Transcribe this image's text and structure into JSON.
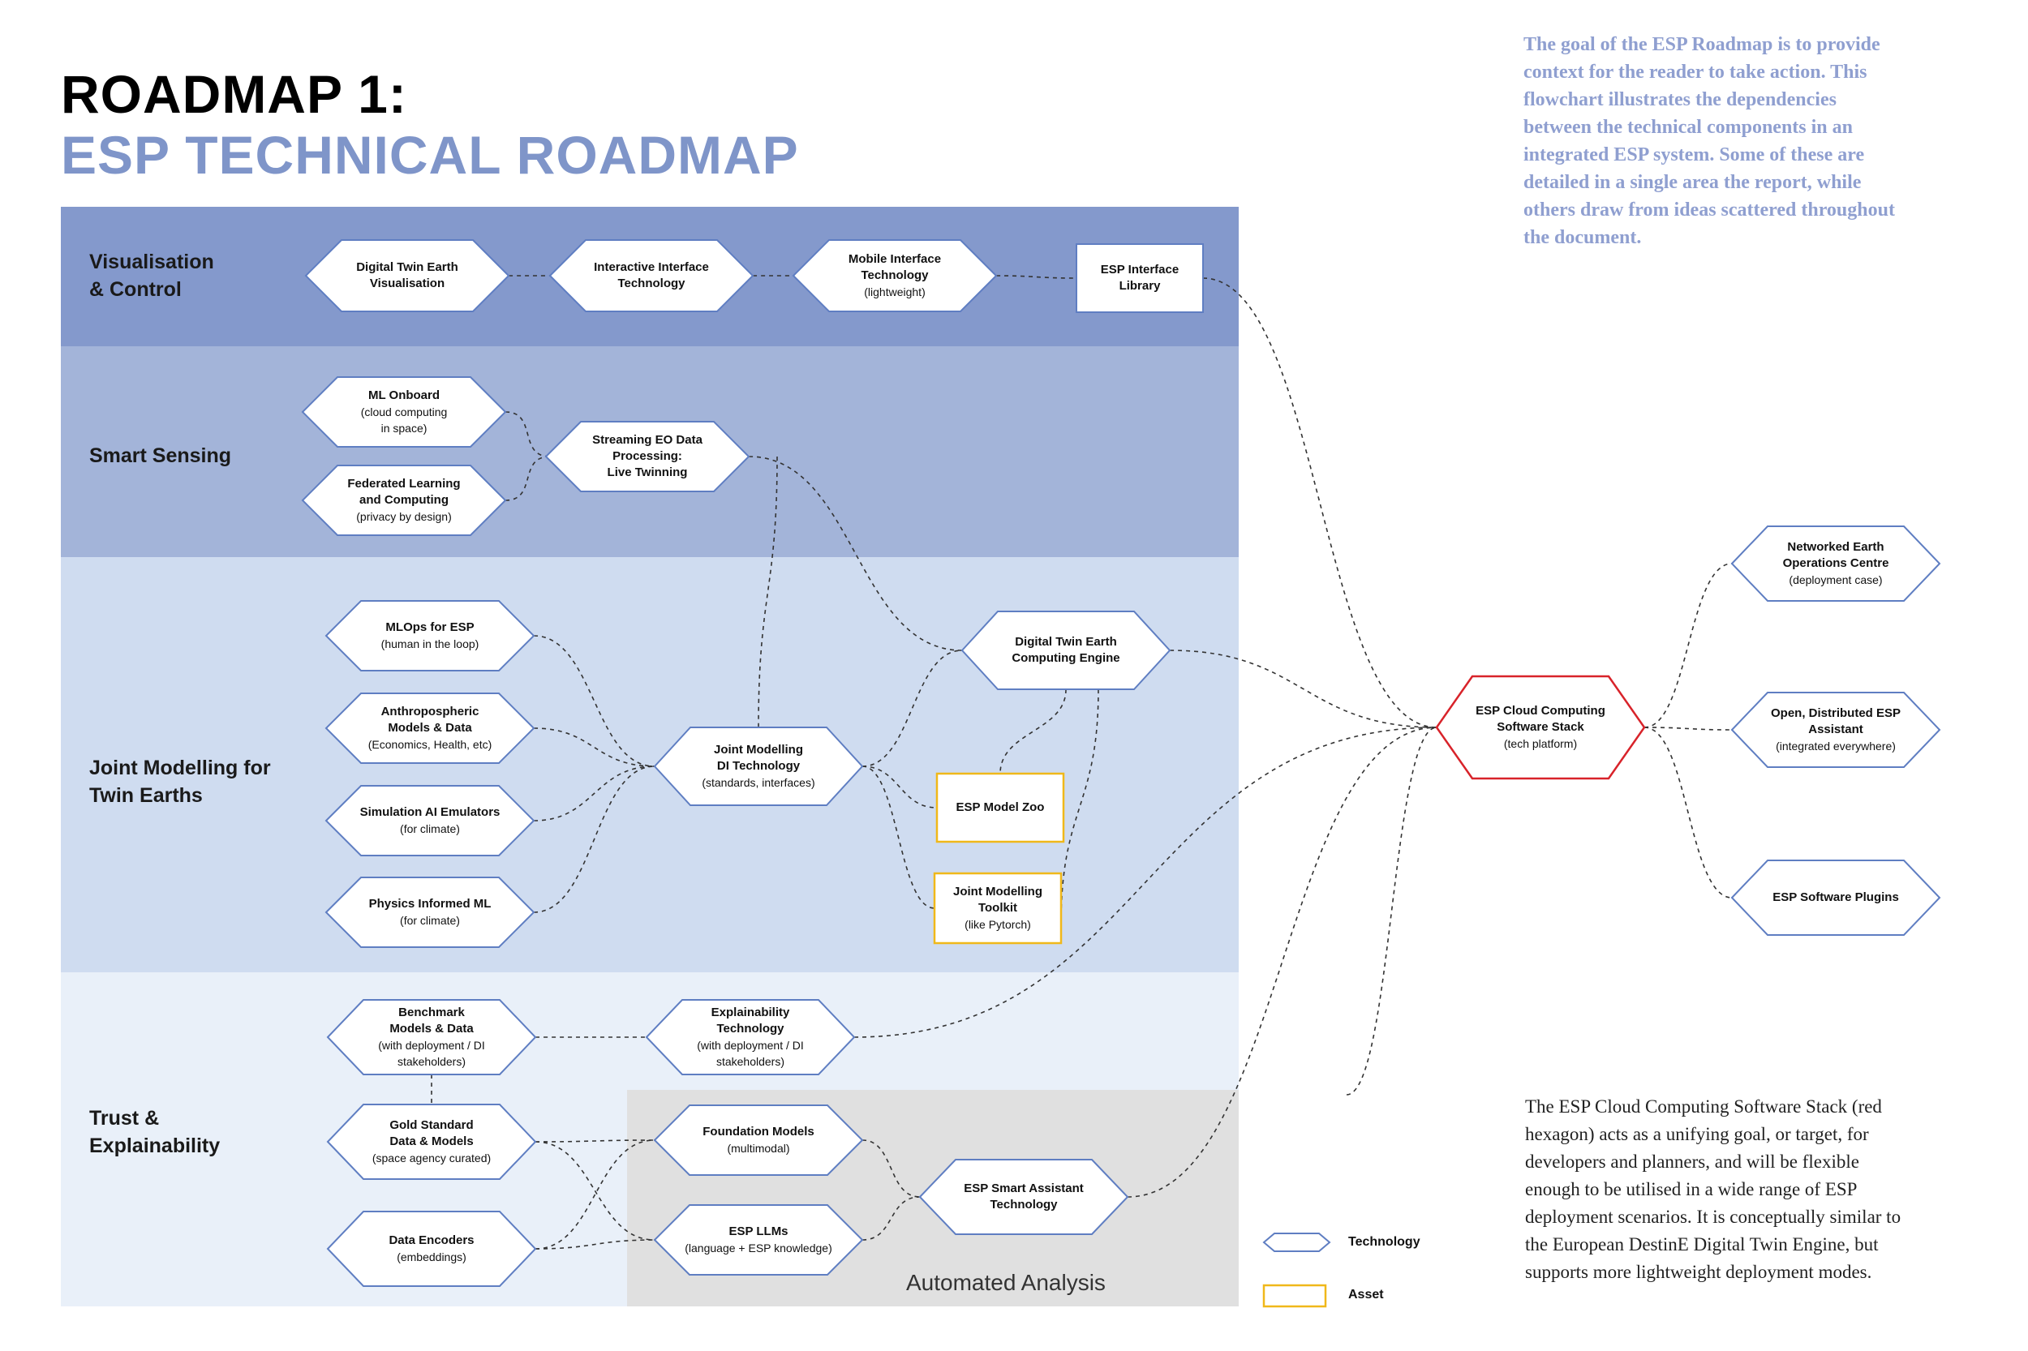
{
  "title": {
    "line1": "ROADMAP 1:",
    "line2": "ESP TECHNICAL ROADMAP"
  },
  "intro_text": "The goal of the ESP Roadmap is to provide context for the reader to take action. This flowchart illustrates the dependencies between the technical components in an integrated ESP system. Some of these are detailed in a single area the report, while others draw from ideas scattered throughout the document.",
  "note_text": "The ESP Cloud Computing Software Stack (red hexagon) acts as a unifying goal, or target, for developers and planners, and will be flexible enough to be utilised in a wide range of ESP deployment scenarios. It is conceptually similar to the European DestinE Digital Twin Engine, but supports more lightweight deployment modes.",
  "lanes": {
    "visualisation": "Visualisation\n& Control",
    "sensing": "Smart Sensing",
    "modelling": "Joint Modelling for\nTwin Earths",
    "trust": "Trust &\nExplainability"
  },
  "automated_analysis_label": "Automated Analysis",
  "colors": {
    "lane_visualisation": "#8499cc",
    "lane_sensing": "#a3b4d9",
    "lane_modelling": "#cfdcf0",
    "lane_trust": "#e9f0f9",
    "automated_analysis": "#e0e0e0",
    "technology_border": "#5f7ec2",
    "asset_border": "#f0b81a",
    "goal_border": "#d8232a",
    "title_accent": "#7f95c9"
  },
  "nodes": {
    "dte_vis": {
      "title": "Digital Twin Earth\nVisualisation",
      "sub": ""
    },
    "interactive": {
      "title": "Interactive Interface\nTechnology",
      "sub": ""
    },
    "mobile": {
      "title": "Mobile Interface\nTechnology",
      "sub": "(lightweight)"
    },
    "esp_interface": {
      "title": "ESP Interface\nLibrary",
      "sub": ""
    },
    "ml_onboard": {
      "title": "ML Onboard",
      "sub": "(cloud computing\nin space)"
    },
    "federated": {
      "title": "Federated Learning\nand Computing",
      "sub": "(privacy by design)"
    },
    "streaming": {
      "title": "Streaming EO Data\nProcessing:\nLive Twinning",
      "sub": ""
    },
    "mlops": {
      "title": "MLOps for ESP",
      "sub": "(human in the loop)"
    },
    "anthro": {
      "title": "Anthropospheric\nModels & Data",
      "sub": "(Economics, Health, etc)"
    },
    "sim_ai": {
      "title": "Simulation AI Emulators",
      "sub": "(for climate)"
    },
    "physics_ml": {
      "title": "Physics Informed ML",
      "sub": "(for climate)"
    },
    "joint_di": {
      "title": "Joint Modelling\nDI Technology",
      "sub": "(standards, interfaces)"
    },
    "dte_engine": {
      "title": "Digital Twin Earth\nComputing Engine",
      "sub": ""
    },
    "model_zoo": {
      "title": "ESP Model Zoo",
      "sub": ""
    },
    "toolkit": {
      "title": "Joint Modelling\nToolkit",
      "sub": "(like Pytorch)"
    },
    "benchmark": {
      "title": "Benchmark\nModels & Data",
      "sub": "(with deployment / DI\nstakeholders)"
    },
    "explain_tech": {
      "title": "Explainability\nTechnology",
      "sub": "(with deployment / DI\nstakeholders)"
    },
    "gold": {
      "title": "Gold Standard\nData & Models",
      "sub": "(space agency curated)"
    },
    "foundation": {
      "title": "Foundation Models",
      "sub": "(multimodal)"
    },
    "encoders": {
      "title": "Data Encoders",
      "sub": "(embeddings)"
    },
    "llms": {
      "title": "ESP LLMs",
      "sub": "(language + ESP knowledge)"
    },
    "assistant": {
      "title": "ESP Smart Assistant\nTechnology",
      "sub": ""
    },
    "cloud": {
      "title": "ESP Cloud Computing\nSoftware Stack",
      "sub": "(tech platform)"
    },
    "neoc": {
      "title": "Networked Earth\nOperations Centre",
      "sub": "(deployment case)"
    },
    "open_assistant": {
      "title": "Open, Distributed ESP\nAssistant",
      "sub": "(integrated everywhere)"
    },
    "plugins": {
      "title": "ESP Software Plugins",
      "sub": ""
    }
  },
  "legend": {
    "technology": "Technology",
    "asset": "Asset"
  }
}
